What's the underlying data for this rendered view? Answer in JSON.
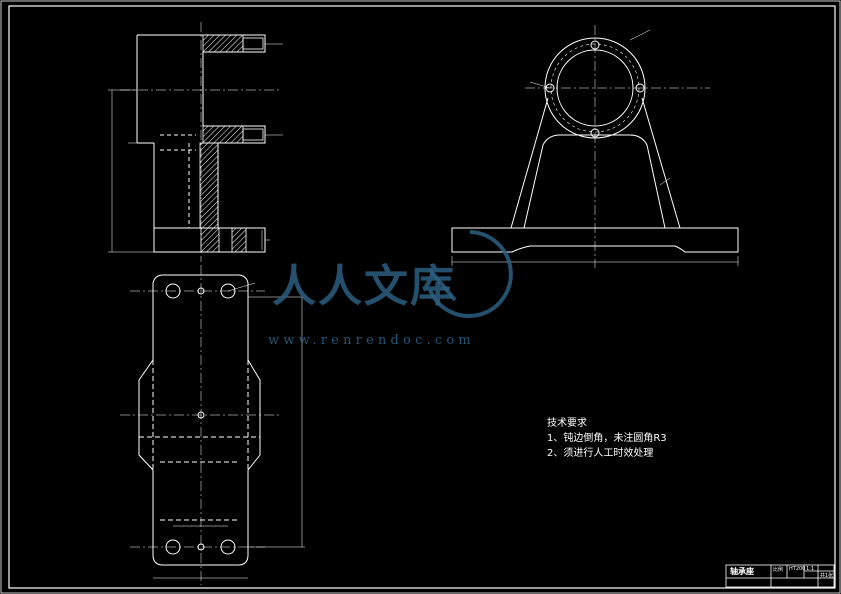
{
  "technical_requirements": {
    "title": "技术要求",
    "items": [
      "1、钝边倒角，未注圆角R3",
      "2、须进行人工时效处理"
    ]
  },
  "watermark": {
    "brand": "人人文库",
    "url": "www.renrendoc.com"
  },
  "title_block": {
    "part_name": "轴承座",
    "scale_label": "比例",
    "scale_value": "1:1",
    "material": "HT200",
    "sheet": "共1张"
  },
  "colors": {
    "background": "#000000",
    "lines": "#ffffff",
    "watermark": "#2c5f80"
  }
}
